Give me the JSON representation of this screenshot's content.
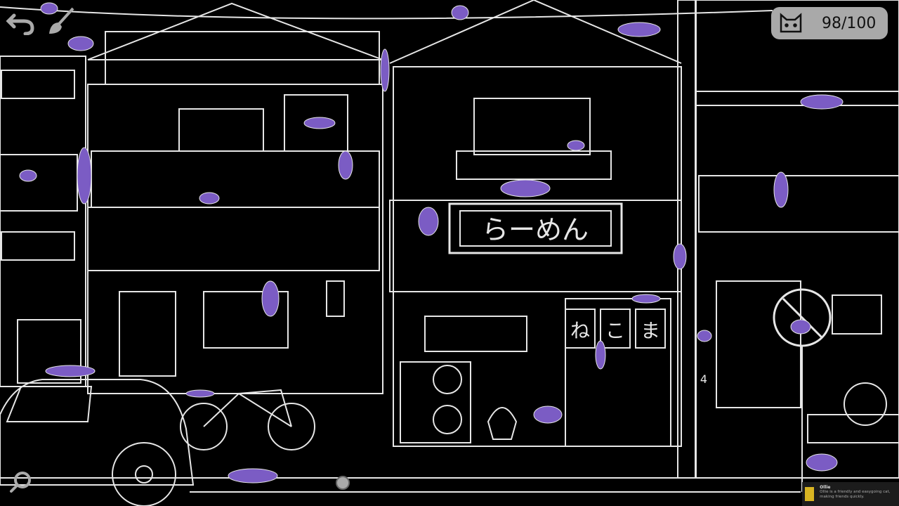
{
  "hud": {
    "undo_icon": "undo-arrow-icon",
    "brush_icon": "paint-brush-icon",
    "counter": {
      "icon": "cat-face-icon",
      "found": 98,
      "total": 100,
      "label": "98/100"
    },
    "zoom_icon": "magnifier-icon"
  },
  "scene": {
    "ramen_sign": "らーめん",
    "noren": [
      "ね",
      "こ",
      "ま"
    ],
    "house_number": "4"
  },
  "toast": {
    "title": "Ollie",
    "description": "Ollie is a friendly and easygoing cat, making friends quickly."
  },
  "colors": {
    "background": "#000000",
    "line": "#e6e6e6",
    "cat": "#7b5cc4",
    "hud": "#a9a9a9"
  }
}
